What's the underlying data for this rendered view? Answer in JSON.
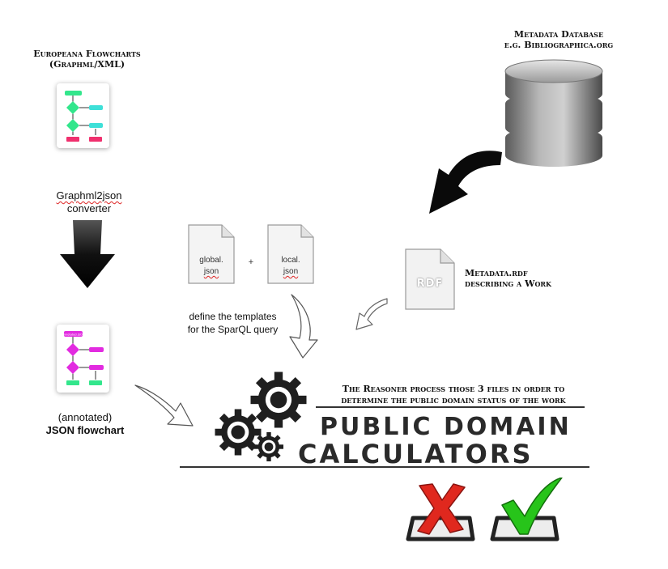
{
  "flowcharts": {
    "title_line1": "Europeana Flowcharts",
    "title_line2": "(Graphml/XML)"
  },
  "database": {
    "title_line1": "Metadata Database",
    "title_line2": "e.g. Bibliographica.org"
  },
  "converter": {
    "line1": "Graphml2json",
    "line2": "converter"
  },
  "templates": {
    "global_file_line1": "global.",
    "global_file_line2": "json",
    "local_file_line1": "local.",
    "local_file_line2": "json",
    "plus": "+",
    "caption_line1": "define the templates",
    "caption_line2": "for the SparQL query"
  },
  "metadata_file": {
    "icon_text": "RDF",
    "label_line1": "Metadata.rdf",
    "label_line2": "describing a Work"
  },
  "json_flowchart": {
    "line1": "(annotated)",
    "line2": "JSON flowchart",
    "mini_title": "annotated JSON"
  },
  "reasoner": {
    "line1": "The Reasoner process those 3 files in order to",
    "line2": "determine the public domain status of the work"
  },
  "calculators": {
    "line1": "PUBLIC DOMAIN",
    "line2": "CALCULATORS"
  },
  "colors": {
    "green": "#33e68c",
    "cyan": "#3ee0d8",
    "pink": "#f0306e",
    "magenta": "#e22be0",
    "cross": "#e0281e",
    "check": "#27c41a",
    "dark": "#222222"
  }
}
